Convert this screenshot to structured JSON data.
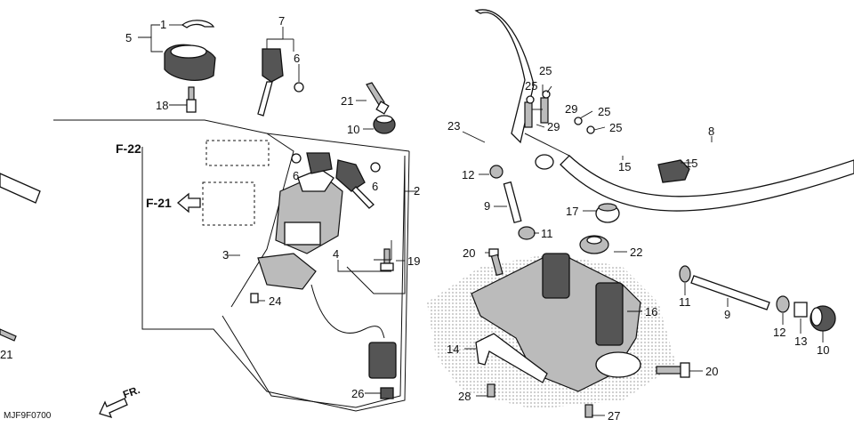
{
  "diagram": {
    "code": "MJF9F0700",
    "direction_label": "FR.",
    "reference_labels": [
      "F-22",
      "F-21"
    ],
    "callouts": [
      "1",
      "2",
      "3",
      "4",
      "5",
      "6",
      "6",
      "6",
      "7",
      "8",
      "9",
      "9",
      "10",
      "10",
      "11",
      "11",
      "12",
      "12",
      "13",
      "14",
      "15",
      "15",
      "16",
      "17",
      "18",
      "19",
      "20",
      "20",
      "21",
      "21",
      "22",
      "23",
      "24",
      "25",
      "25",
      "25",
      "25",
      "26",
      "27",
      "28",
      "29",
      "29"
    ]
  }
}
